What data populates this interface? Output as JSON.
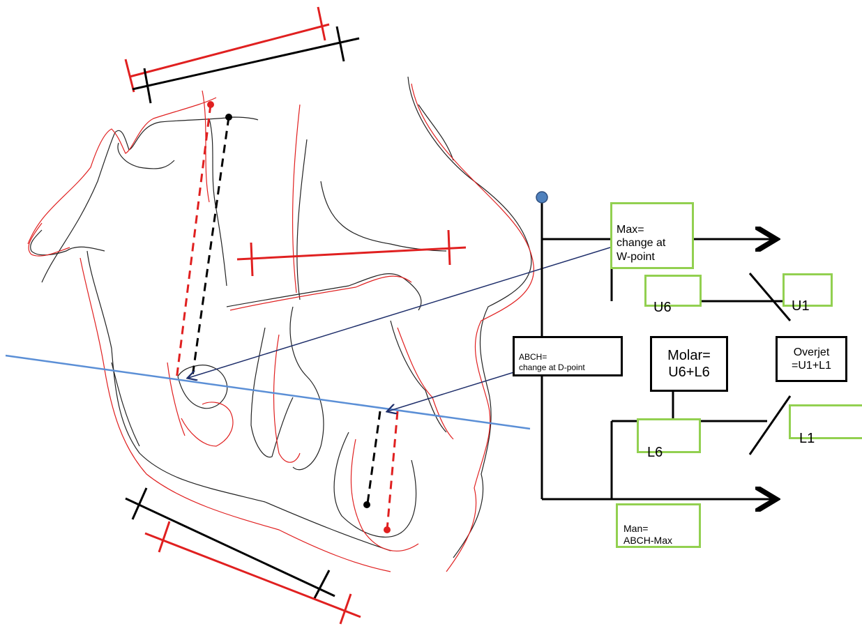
{
  "colors": {
    "red_tracing": "#e02020",
    "black_tracing": "#222222",
    "blue_line": "#5b8fd6",
    "arrow_navy": "#1f2f6b",
    "green_box": "#92d050",
    "black_box": "#000000",
    "blue_node": "#4f81bd"
  },
  "labels": {
    "max": "Max=\nchange at\nW-point",
    "abch": "ABCH=\nchange at D-point",
    "man": "Man=\nABCH-Max",
    "molar": "Molar=\nU6+L6",
    "overjet": "Overjet\n=U1+L1",
    "u6": "U6",
    "u1": "U1",
    "l6": "L6",
    "l1": "L1"
  }
}
